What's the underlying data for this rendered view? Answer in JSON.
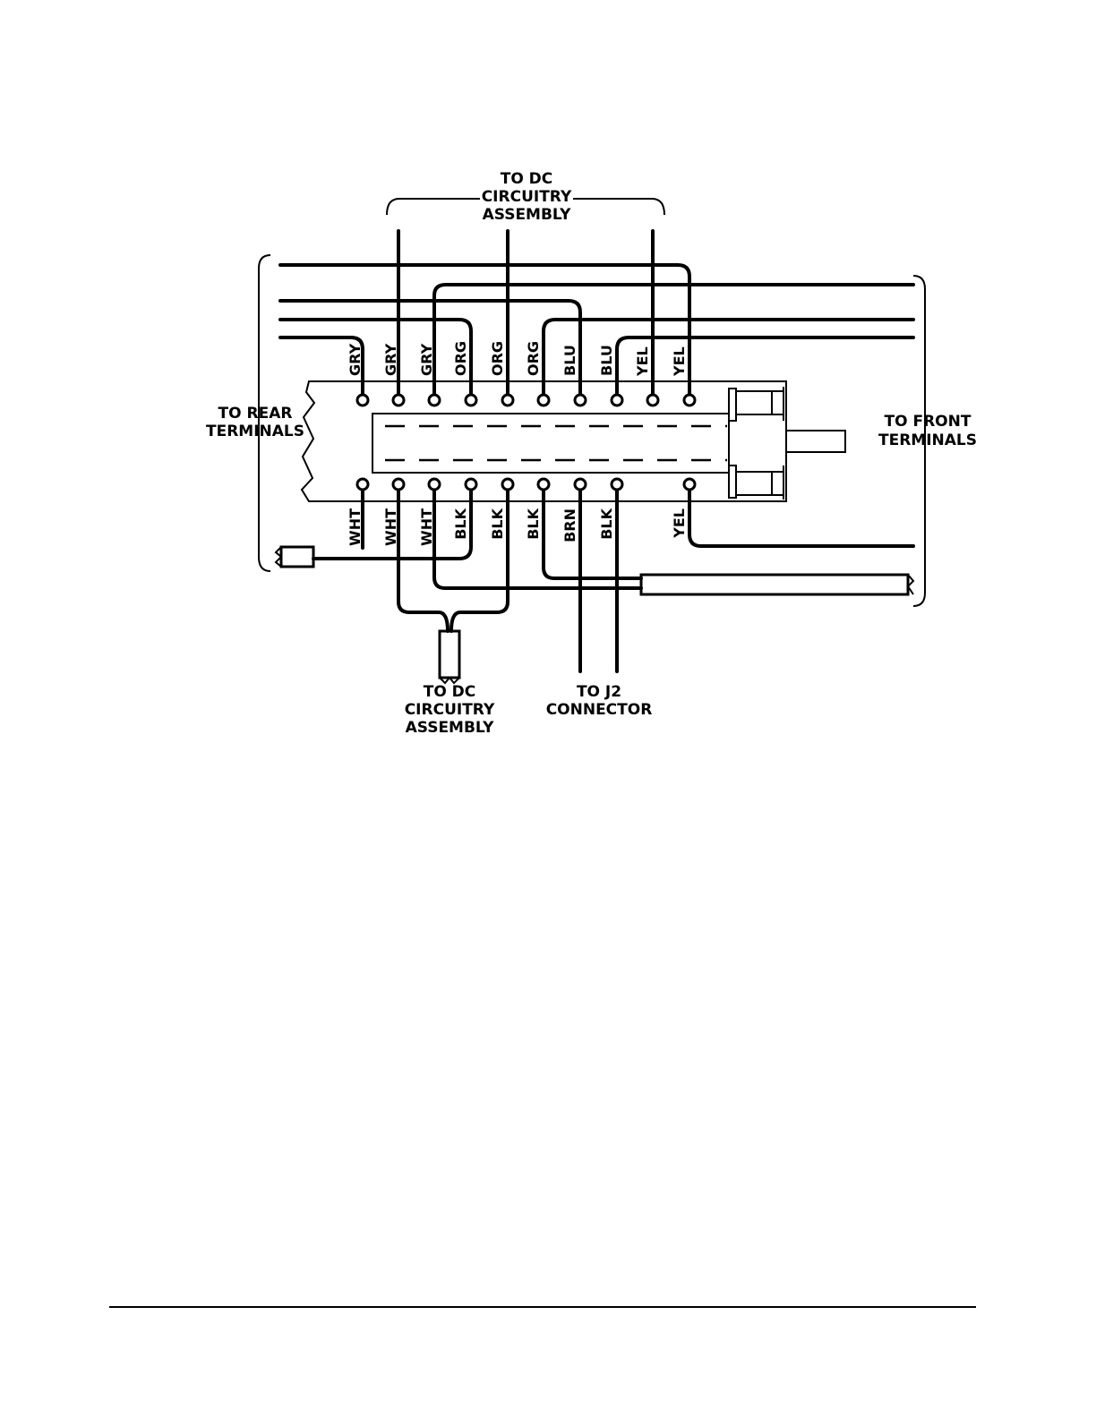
{
  "labels": {
    "top_dc": [
      "TO DC",
      "CIRCUITRY",
      "ASSEMBLY"
    ],
    "bottom_dc": [
      "TO DC",
      "CIRCUITRY",
      "ASSEMBLY"
    ],
    "rear": [
      "TO REAR",
      "TERMINALS"
    ],
    "front": [
      "TO FRONT",
      "TERMINALS"
    ],
    "j2": [
      "TO J2",
      "CONNECTOR"
    ]
  },
  "top_wires": [
    "GRY",
    "GRY",
    "GRY",
    "ORG",
    "ORG",
    "ORG",
    "BLU",
    "BLU",
    "YEL",
    "YEL"
  ],
  "bottom_wires": [
    "WHT",
    "WHT",
    "WHT",
    "BLK",
    "BLK",
    "BLK",
    "BRN",
    "BLK",
    "YEL"
  ]
}
